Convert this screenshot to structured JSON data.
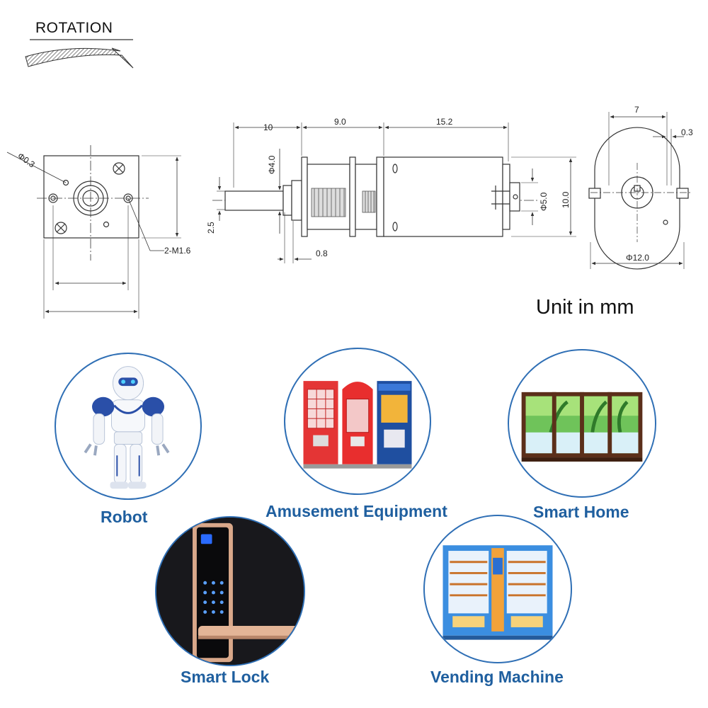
{
  "rotation": {
    "title": "ROTATION"
  },
  "dimensions": {
    "hole_dia": "Φ0.3",
    "screws": "2-M1.6",
    "shaft_len": "10",
    "gearbox_len": "9.0",
    "motor_len": "15.2",
    "shaft_dia": "Φ4.0",
    "shaft_offset": "2.5",
    "collar": "0.8",
    "boss_dia": "Φ5.0",
    "height": "10.0",
    "tab_span": "7",
    "tab_gap": "0.3",
    "body_dia": "Φ12.0"
  },
  "unit_note": "Unit in mm",
  "applications": [
    {
      "label": "Robot",
      "icon": "robot-icon"
    },
    {
      "label": "Amusement Equipment",
      "icon": "arcade-machine-icon"
    },
    {
      "label": "Smart Home",
      "icon": "window-icon"
    },
    {
      "label": "Smart Lock",
      "icon": "door-lock-icon"
    },
    {
      "label": "Vending Machine",
      "icon": "vending-machine-icon"
    }
  ],
  "colors": {
    "accent": "#2f6fb5",
    "label": "#1f5f9f",
    "line": "#333333"
  }
}
